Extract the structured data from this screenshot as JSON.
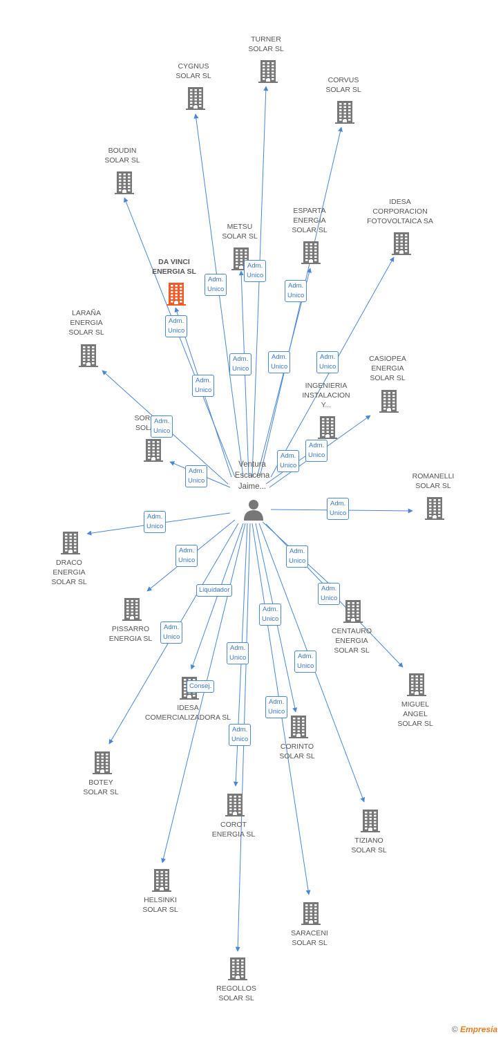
{
  "center": {
    "label": "Ventura\nEscacena\nJaime..."
  },
  "footer": {
    "copyright": "©",
    "brand": "Empresia"
  },
  "colors": {
    "line": "#4a86d8",
    "building": "#777777",
    "highlight": "#f05a28"
  },
  "nodes": [
    {
      "id": "turner",
      "label": "TURNER\nSOLAR SL",
      "highlight": false
    },
    {
      "id": "cygnus",
      "label": "CYGNUS\nSOLAR SL",
      "highlight": false
    },
    {
      "id": "corvus",
      "label": "CORVUS\nSOLAR SL",
      "highlight": false
    },
    {
      "id": "boudin",
      "label": "BOUDIN\nSOLAR SL",
      "highlight": false
    },
    {
      "id": "esparta",
      "label": "ESPARTA\nENERGIA\nSOLAR SL",
      "highlight": false
    },
    {
      "id": "idesa-corp",
      "label": "IDESA\nCORPORACION\nFOTOVOLTAICA SA",
      "highlight": false
    },
    {
      "id": "metsu",
      "label": "METSU\nSOLAR SL",
      "highlight": false
    },
    {
      "id": "davinci",
      "label": "DA VINCI\nENERGIA SL",
      "highlight": true
    },
    {
      "id": "larana",
      "label": "LARAÑA\nENERGIA\nSOLAR SL",
      "highlight": false
    },
    {
      "id": "casiopea",
      "label": "CASIOPEA\nENERGIA\nSOLAR SL",
      "highlight": false
    },
    {
      "id": "ingenieria",
      "label": "INGENIERIA\nINSTALACION\nY...",
      "highlight": false
    },
    {
      "id": "soro",
      "label": "SORO\nSOLA",
      "highlight": false
    },
    {
      "id": "romanelli",
      "label": "ROMANELLI\nSOLAR SL",
      "highlight": false
    },
    {
      "id": "draco",
      "label": "DRACO\nENERGIA\nSOLAR SL",
      "highlight": false
    },
    {
      "id": "pissarro",
      "label": "PISSARRO\nENERGIA SL",
      "highlight": false
    },
    {
      "id": "centauro",
      "label": "CENTAURO\nENERGIA\nSOLAR SL",
      "highlight": false
    },
    {
      "id": "miguel",
      "label": "MIGUEL\nANGEL\nSOLAR SL",
      "highlight": false
    },
    {
      "id": "idesa-com",
      "label": "IDESA\nCOMERCIALIZADORA SL",
      "highlight": false
    },
    {
      "id": "corinto",
      "label": "CORINTO\nSOLAR SL",
      "highlight": false
    },
    {
      "id": "botey",
      "label": "BOTEY\nSOLAR SL",
      "highlight": false
    },
    {
      "id": "corot",
      "label": "COROT\nENERGIA SL",
      "highlight": false
    },
    {
      "id": "tiziano",
      "label": "TIZIANO\nSOLAR SL",
      "highlight": false
    },
    {
      "id": "helsinki",
      "label": "HELSINKI\nSOLAR SL",
      "highlight": false
    },
    {
      "id": "saraceni",
      "label": "SARACENI\nSOLAR SL",
      "highlight": false
    },
    {
      "id": "regollos",
      "label": "REGOLLOS\nSOLAR SL",
      "highlight": false
    }
  ],
  "relations": [
    {
      "to": "turner",
      "label": "Adm.\nUnico"
    },
    {
      "to": "cygnus",
      "label": "Adm.\nUnico"
    },
    {
      "to": "corvus",
      "label": "Adm.\nUnico"
    },
    {
      "to": "boudin",
      "label": "Adm.\nUnico"
    },
    {
      "to": "esparta",
      "label": "Adm.\nUnico"
    },
    {
      "to": "idesa-corp",
      "label": "Adm.\nUnico"
    },
    {
      "to": "metsu",
      "label": "Adm.\nUnico"
    },
    {
      "to": "davinci",
      "label": "Adm.\nUnico"
    },
    {
      "to": "larana",
      "label": "Adm.\nUnico"
    },
    {
      "to": "casiopea",
      "label": "Adm.\nUnico"
    },
    {
      "to": "ingenieria",
      "label": "Adm.\nUnico"
    },
    {
      "to": "soro",
      "label": "Adm.\nUnico"
    },
    {
      "to": "romanelli",
      "label": "Adm.\nUnico"
    },
    {
      "to": "draco",
      "label": "Adm.\nUnico"
    },
    {
      "to": "pissarro",
      "label": "Adm.\nUnico"
    },
    {
      "to": "centauro",
      "label": "Adm.\nUnico"
    },
    {
      "to": "miguel",
      "label": "Adm.\nUnico"
    },
    {
      "to": "idesa-com",
      "label": "Liquidador"
    },
    {
      "to": "idesa-com-2",
      "label": "Consej."
    },
    {
      "to": "corinto",
      "label": "Adm.\nUnico"
    },
    {
      "to": "botey",
      "label": "Adm.\nUnico"
    },
    {
      "to": "corot",
      "label": "Adm.\nUnico"
    },
    {
      "to": "tiziano",
      "label": "Adm.\nUnico"
    },
    {
      "to": "helsinki",
      "label": "Adm.\nUnico"
    },
    {
      "to": "saraceni",
      "label": "Adm.\nUnico"
    },
    {
      "to": "regollos",
      "label": "Adm.\nUnico"
    }
  ]
}
